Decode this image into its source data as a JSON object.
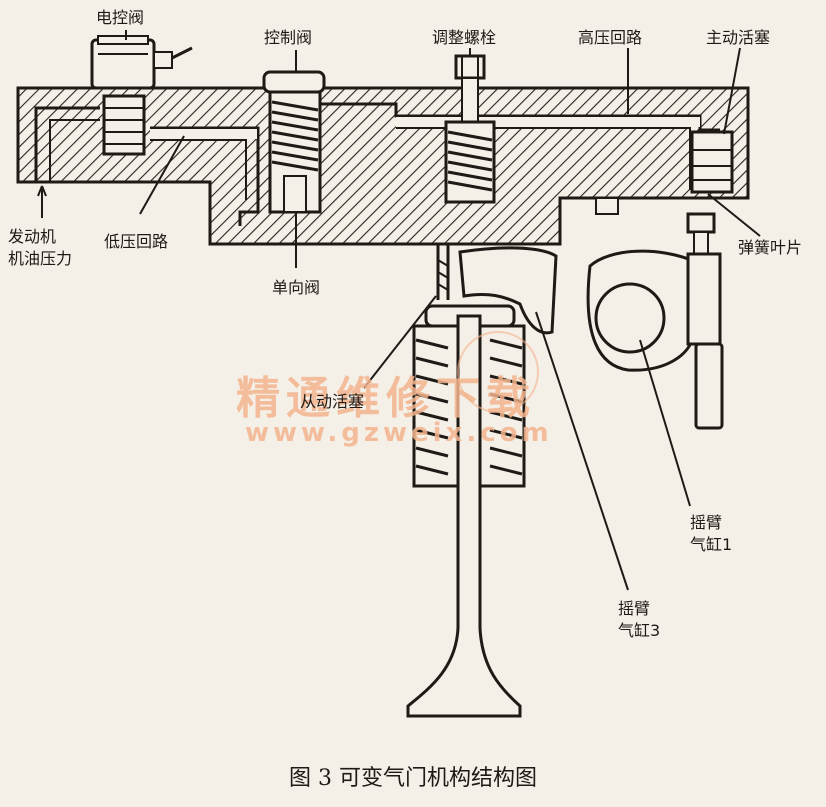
{
  "labels": {
    "solenoid_valve": "电控阀",
    "control_valve": "控制阀",
    "adjusting_bolt": "调整螺栓",
    "high_pressure_circuit": "高压回路",
    "master_piston": "主动活塞",
    "engine_oil_pressure": "发动机\n机油压力",
    "low_pressure_circuit": "低压回路",
    "check_valve": "单向阀",
    "spring_leaf": "弹簧叶片",
    "slave_piston": "从动活塞",
    "rocker_arm_cyl1": "摇臂\n气缸1",
    "rocker_arm_cyl3": "摇臂\n气缸3"
  },
  "watermark": {
    "name": "精通维修下载",
    "url": "www.gzweix.com"
  },
  "caption": "图 3    可变气门机构结构图",
  "colors": {
    "background": "#f4efe7",
    "ink": "#1e1a16",
    "watermark": "#f3b48d"
  }
}
